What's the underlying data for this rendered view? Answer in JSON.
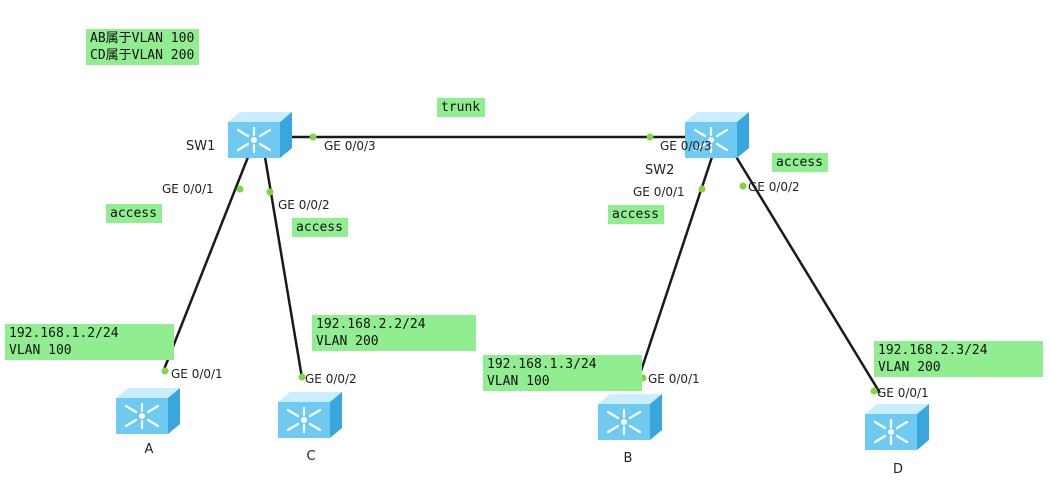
{
  "colors": {
    "note_bg": "#90ee90",
    "link": "#1a1a1a",
    "port_dot": "#7fd641",
    "device_top": "#c9eeff",
    "device_front": "#6fcaf2",
    "device_side": "#3aa6de"
  },
  "notes": {
    "vlan_summary": "AB属于VLAN 100\nCD属于VLAN 200",
    "trunk": "trunk",
    "sw1_p1_mode": "access",
    "sw1_p2_mode": "access",
    "sw2_p1_mode": "access",
    "sw2_p2_mode": "access",
    "ip_a": "192.168.1.2/24\nVLAN 100",
    "ip_c": "192.168.2.2/24\nVLAN 200",
    "ip_b": "192.168.1.3/24\nVLAN 100",
    "ip_d": "192.168.2.3/24\nVLAN 200"
  },
  "devices": {
    "sw1": {
      "name": "SW1",
      "icon": "switch-icon"
    },
    "sw2": {
      "name": "SW2",
      "icon": "switch-icon"
    },
    "a": {
      "name": "A",
      "icon": "switch-icon"
    },
    "b": {
      "name": "B",
      "icon": "switch-icon"
    },
    "c": {
      "name": "C",
      "icon": "switch-icon"
    },
    "d": {
      "name": "D",
      "icon": "switch-icon"
    }
  },
  "ports": {
    "sw1_ge3": "GE 0/0/3",
    "sw1_ge1": "GE 0/0/1",
    "sw1_ge2": "GE 0/0/2",
    "sw2_ge3": "GE 0/0/3",
    "sw2_ge1": "GE 0/0/1",
    "sw2_ge2": "GE 0/0/2",
    "a_ge1": "GE 0/0/1",
    "c_ge2": "GE 0/0/2",
    "b_ge1": "GE 0/0/1",
    "d_ge1": "GE 0/0/1"
  }
}
